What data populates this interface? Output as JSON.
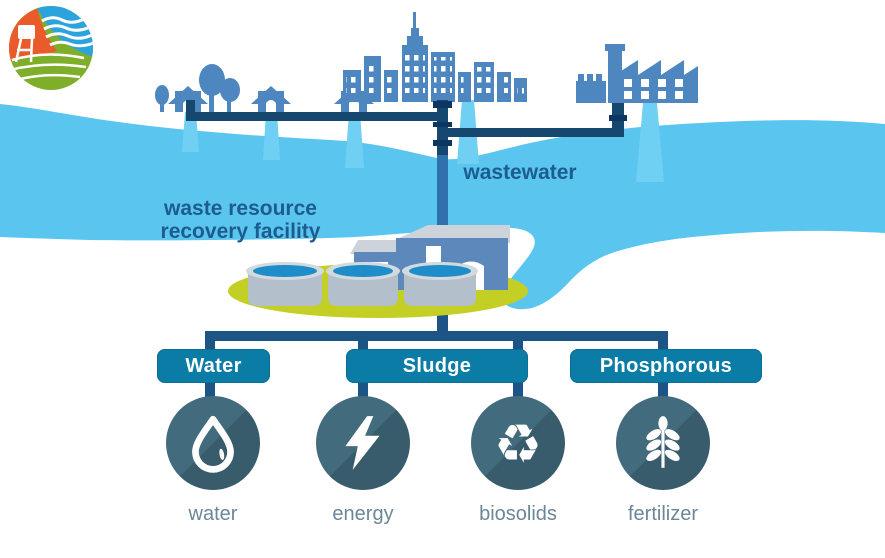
{
  "annotations": {
    "wastewater": "wastewater",
    "facility_line1": "waste resource",
    "facility_line2": "recovery facility"
  },
  "boxes": [
    {
      "id": "water",
      "label": "Water"
    },
    {
      "id": "sludge",
      "label": "Sludge"
    },
    {
      "id": "phosphorous",
      "label": "Phosphorous"
    }
  ],
  "outputs": [
    {
      "id": "water",
      "label": "water",
      "icon": "water-drop-icon"
    },
    {
      "id": "energy",
      "label": "energy",
      "icon": "lightning-bolt-icon"
    },
    {
      "id": "biosolids",
      "label": "biosolids",
      "icon": "recycle-icon"
    },
    {
      "id": "fertilizer",
      "label": "fertilizer",
      "icon": "wheat-icon"
    }
  ],
  "icons": {
    "recycle_glyph": "♻"
  },
  "colors": {
    "river": "#5ac6ef",
    "stream": "#6fd0f3",
    "silhouette_blue": "#4e86bf",
    "pipe_navy": "#16486f",
    "pipe_over_river": "#2e71ad",
    "pipe_joint": "#0d3763",
    "connector": "#1d5486",
    "label_blue": "#1d5c8f",
    "box_teal": "#0b7ca6",
    "icon_circle": "#426b7d",
    "icon_circle_shadow": "#385c6c",
    "output_label": "#6b8799",
    "grass_green": "#c3cf24",
    "facility_blue": "#5d88bb",
    "roof_gray": "#ccd3da",
    "tank_body": "#b3bfca",
    "tank_water": "#1f8dc9",
    "logo_orange": "#e95b2b",
    "logo_blue": "#2ba3dc",
    "logo_green": "#7fae2a"
  }
}
